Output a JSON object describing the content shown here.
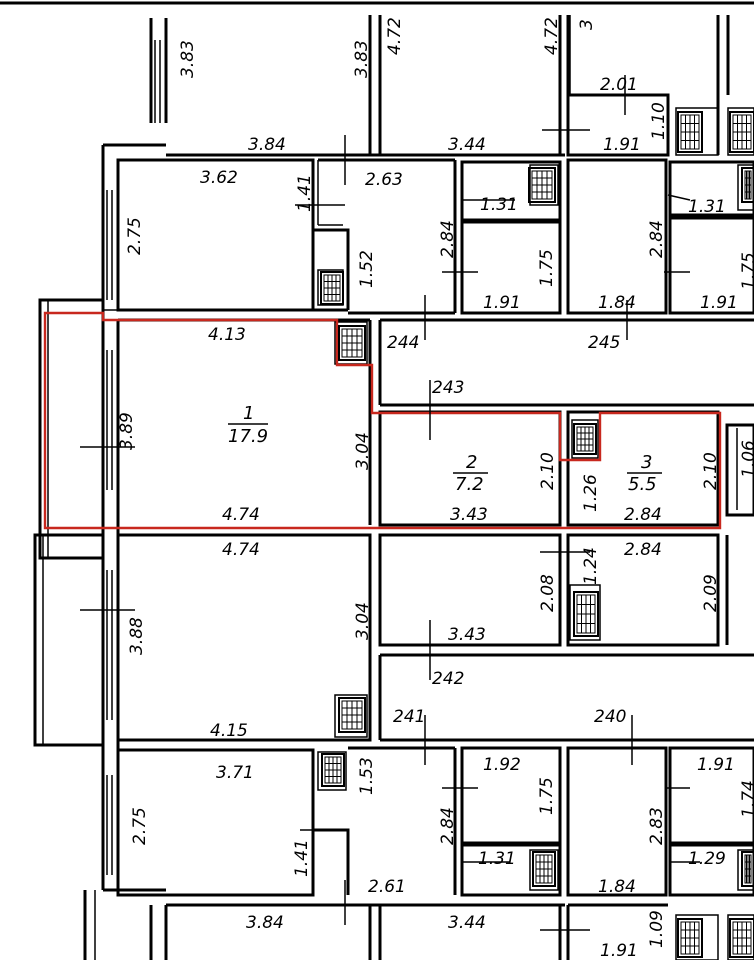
{
  "dims": {
    "d1": "3.83",
    "d2": "3.83",
    "d3": "4.72",
    "d4": "4.72",
    "d5": "3",
    "d6": "2.01",
    "d7": "1.10",
    "d8": "1.91",
    "d9": "3.84",
    "d10": "3.44",
    "d11": "3.62",
    "d12": "1.41",
    "d13": "2.63",
    "d14": "1.31",
    "d15": "2.75",
    "d16": "1.52",
    "d17": "2.84",
    "d18": "1.75",
    "d19": "1.91",
    "d20": "1.31",
    "d21": "2.84",
    "d22": "1.75",
    "d23": "1.84",
    "d24": "1.91",
    "d25": "4.13",
    "d26": "244",
    "d27": "245",
    "d28": "243",
    "d29": "3.89",
    "d30": "3.04",
    "d31": "2.10",
    "d32": "2.10",
    "d33": "1.26",
    "d34": "1.06",
    "d35": "4.74",
    "d36": "3.43",
    "d37": "2.84",
    "d38": "4.74",
    "d39": "2.84",
    "d40": "1.24",
    "d41": "2.08",
    "d42": "2.09",
    "d43": "3.88",
    "d44": "3.04",
    "d45": "3.43",
    "d46": "242",
    "d47": "4.15",
    "d48": "241",
    "d49": "240",
    "d50": "3.71",
    "d51": "1.53",
    "d52": "1.92",
    "d53": "1.91",
    "d54": "1.75",
    "d55": "1.74",
    "d56": "2.75",
    "d57": "2.84",
    "d58": "2.83",
    "d59": "1.41",
    "d60": "1.31",
    "d61": "1.29",
    "d62": "2.61",
    "d63": "1.84",
    "d64": "3.84",
    "d65": "3.44",
    "d66": "1.91",
    "d67": "1.09"
  },
  "rooms": [
    {
      "id": "1",
      "area": "17.9"
    },
    {
      "id": "2",
      "area": "7.2"
    },
    {
      "id": "3",
      "area": "5.5"
    }
  ]
}
